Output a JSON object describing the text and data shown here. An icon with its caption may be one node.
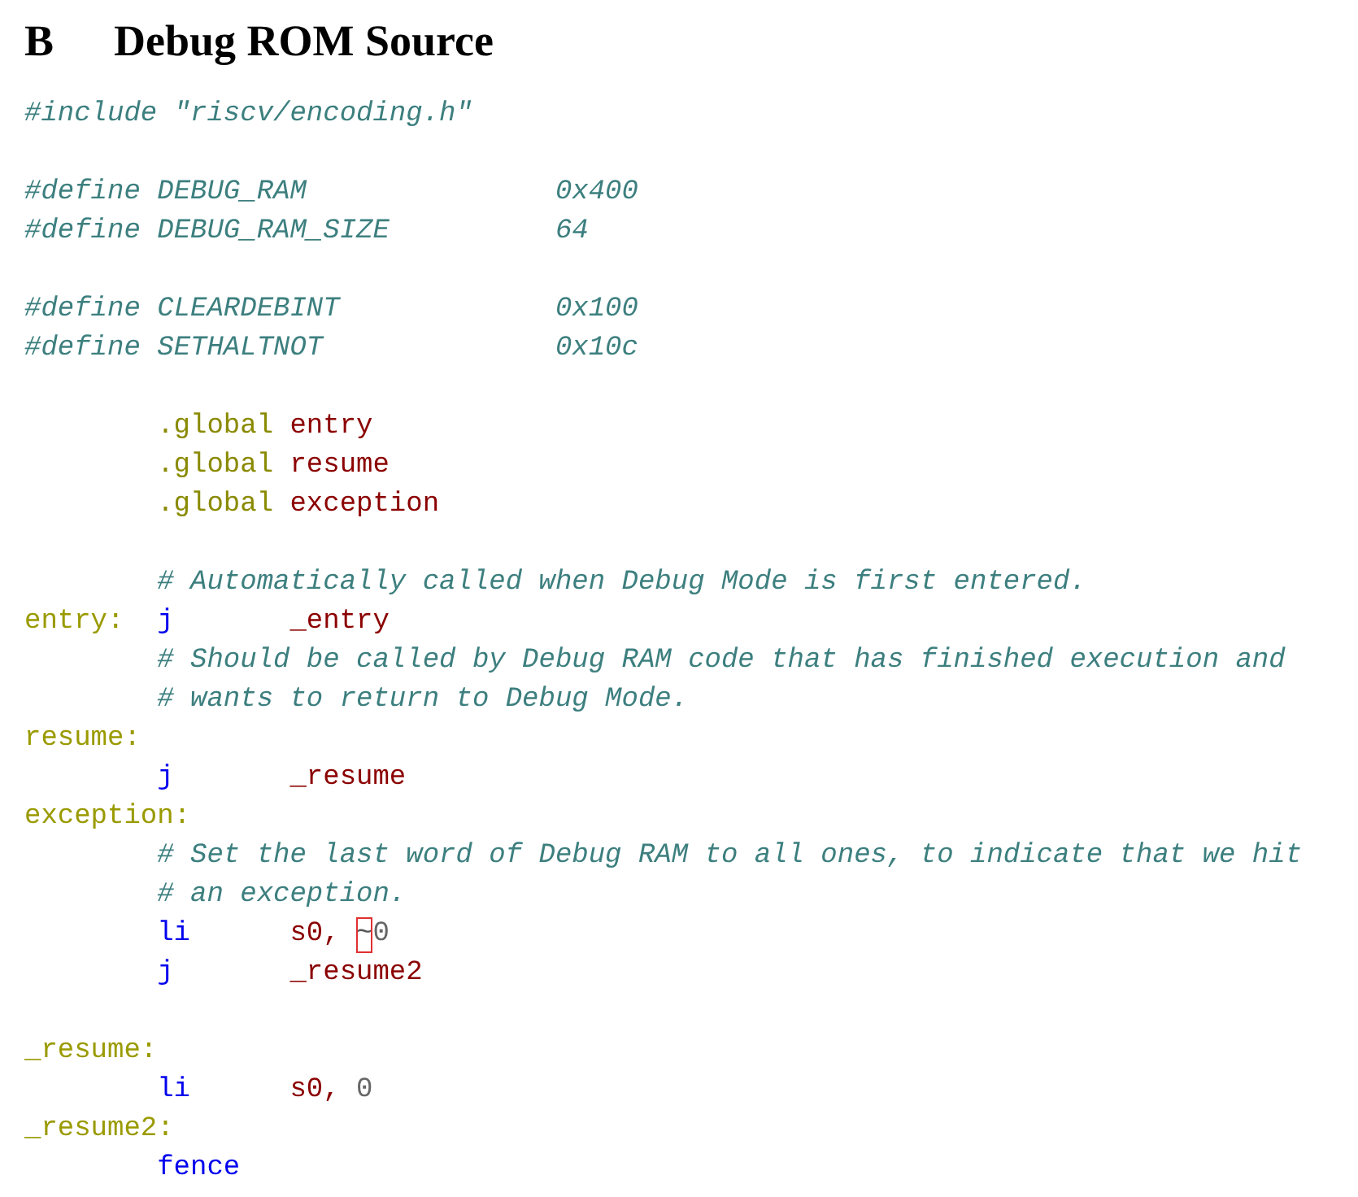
{
  "diagram": {
    "title": "Debug ROM Source",
    "labels": [
      "B",
      "#include \"riscv/encoding.h\"",
      "#define DEBUG_RAM",
      "0x400",
      "#define DEBUG_RAM_SIZE",
      "64",
      "#define CLEARDEBINT",
      "0x100",
      "#define SETHALTNOT",
      "0x10c",
      ".global",
      "entry",
      ".global",
      "resume",
      ".global",
      "exception",
      "# Automatically called when Debug Mode is first entered.",
      "entry:",
      "j",
      "_entry",
      "# Should be called by Debug RAM code that has finished execution and",
      "# wants to return to Debug Mode.",
      "resume:",
      "j",
      "_resume",
      "exception:",
      "# Set the last word of Debug RAM to all ones, to indicate that we hit",
      "# an exception.",
      "li",
      "s0,",
      "~",
      "0",
      "j",
      "_resume2",
      "_resume:",
      "li",
      "s0,",
      "0",
      "_resume2:",
      "fence"
    ]
  }
}
